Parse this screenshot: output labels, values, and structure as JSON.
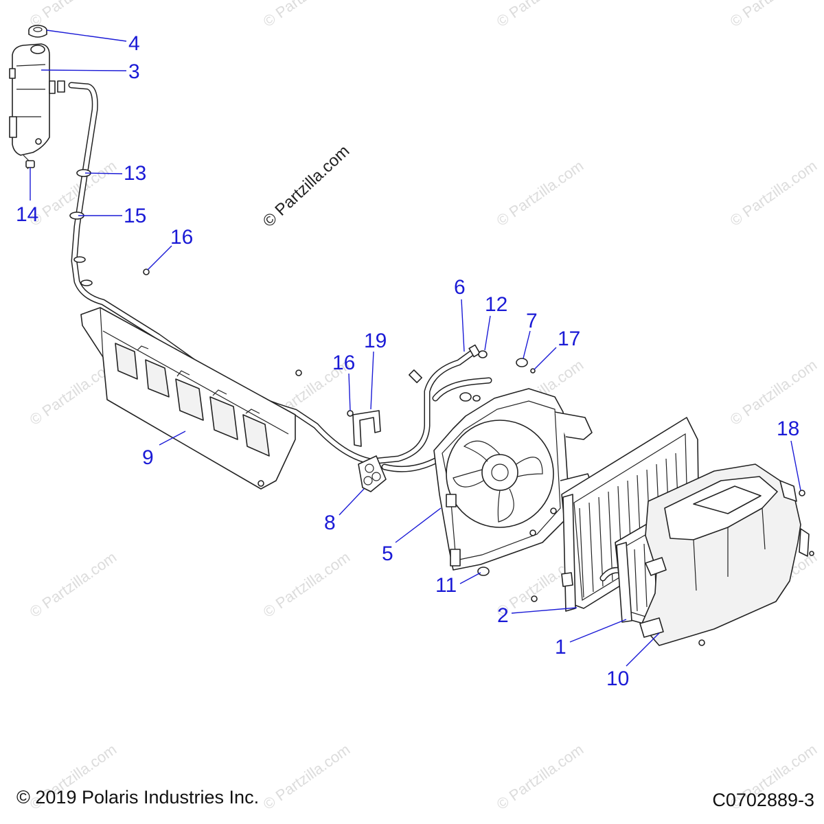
{
  "watermark": "© Partzilla.com",
  "copyright": "© 2019 Polaris Industries Inc.",
  "diagram_code": "C0702889-3",
  "callouts": [
    {
      "id": "4",
      "label": "4"
    },
    {
      "id": "3",
      "label": "3"
    },
    {
      "id": "13",
      "label": "13"
    },
    {
      "id": "14",
      "label": "14"
    },
    {
      "id": "15",
      "label": "15"
    },
    {
      "id": "16a",
      "label": "16"
    },
    {
      "id": "6",
      "label": "6"
    },
    {
      "id": "12",
      "label": "12"
    },
    {
      "id": "7",
      "label": "7"
    },
    {
      "id": "17",
      "label": "17"
    },
    {
      "id": "19",
      "label": "19"
    },
    {
      "id": "16b",
      "label": "16"
    },
    {
      "id": "18",
      "label": "18"
    },
    {
      "id": "9",
      "label": "9"
    },
    {
      "id": "8",
      "label": "8"
    },
    {
      "id": "5",
      "label": "5"
    },
    {
      "id": "11",
      "label": "11"
    },
    {
      "id": "2",
      "label": "2"
    },
    {
      "id": "1",
      "label": "1"
    },
    {
      "id": "10",
      "label": "10"
    }
  ]
}
